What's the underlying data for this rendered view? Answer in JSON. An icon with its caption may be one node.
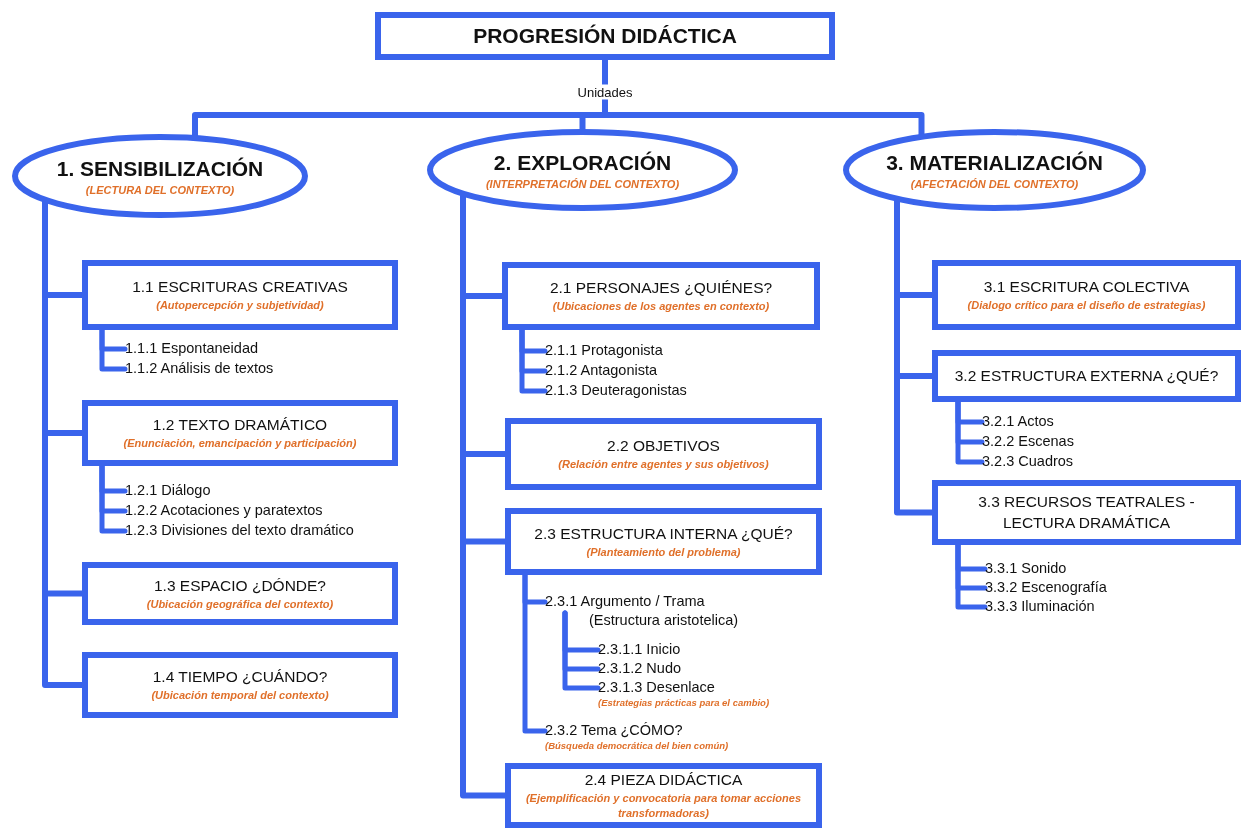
{
  "diagram": {
    "nodes": [
      {
        "text": [
          "PROGRESIÓN DIDÁCTICA"
        ]
      },
      {
        "text": [
          "1. SENSIBILIZACIÓN",
          "(LECTURA DEL CONTEXTO)"
        ]
      },
      {
        "text": [
          "2. EXPLORACIÓN",
          "(INTERPRETACIÓN DEL CONTEXTO)"
        ]
      },
      {
        "text": [
          "3. MATERIALIZACIÓN",
          "(AFECTACIÓN DEL CONTEXTO)"
        ]
      },
      {
        "text": [
          "1.1 ESCRITURAS CREATIVAS",
          "(Autopercepción y subjetividad)"
        ]
      },
      {
        "text": [
          "1.1.1 Espontaneidad"
        ]
      },
      {
        "text": [
          "1.1.2 Análisis de textos"
        ]
      },
      {
        "text": [
          "1.2 TEXTO DRAMÁTICO",
          "(Enunciación, emancipación y participación)"
        ]
      },
      {
        "text": [
          "1.2.1 Diálogo"
        ]
      },
      {
        "text": [
          "1.2.2 Acotaciones y paratextos"
        ]
      },
      {
        "text": [
          "1.2.3 Divisiones del texto dramático"
        ]
      },
      {
        "text": [
          "1.3 ESPACIO ¿DÓNDE?",
          "(Ubicación geográfica del contexto)"
        ]
      },
      {
        "text": [
          "1.4 TIEMPO ¿CUÁNDO?",
          "(Ubicación temporal del contexto)"
        ]
      },
      {
        "text": [
          "2.1 PERSONAJES ¿QUIÉNES?",
          "(Ubicaciones de los agentes en contexto)"
        ]
      },
      {
        "text": [
          "2.1.1 Protagonista"
        ]
      },
      {
        "text": [
          "2.1.2 Antagonista"
        ]
      },
      {
        "text": [
          "2.1.3 Deuteragonistas"
        ]
      },
      {
        "text": [
          "2.2 OBJETIVOS",
          "(Relación entre agentes y sus objetivos)"
        ]
      },
      {
        "text": [
          "2.3 ESTRUCTURA INTERNA ¿QUÉ?",
          "(Planteamiento del problema)"
        ]
      },
      {
        "text": [
          "2.3.1 Argumento / Trama",
          "(Estructura aristotelica)"
        ]
      },
      {
        "text": [
          "2.3.1.1 Inicio"
        ]
      },
      {
        "text": [
          "2.3.1.2 Nudo"
        ]
      },
      {
        "text": [
          "2.3.1.3 Desenlace",
          "(Estrategias prácticas para el cambio)"
        ]
      },
      {
        "text": [
          "2.3.2 Tema ¿CÓMO?",
          "(Búsqueda democrática del bien común)"
        ]
      },
      {
        "text": [
          "2.4 PIEZA DIDÁCTICA",
          "(Ejemplificación y convocatoria para tomar acciones transformadoras)"
        ]
      },
      {
        "text": [
          "3.1 ESCRITURA COLECTIVA",
          "(Dialogo crítico para el diseño de estrategias)"
        ]
      },
      {
        "text": [
          "3.2 ESTRUCTURA EXTERNA ¿QUÉ?"
        ]
      },
      {
        "text": [
          "3.2.1 Actos"
        ]
      },
      {
        "text": [
          "3.2.2 Escenas"
        ]
      },
      {
        "text": [
          "3.2.3 Cuadros"
        ]
      },
      {
        "text": [
          "3.3 RECURSOS TEATRALES - LECTURA DRAMÁTICA"
        ]
      },
      {
        "text": [
          "3.3.1 Sonido"
        ]
      },
      {
        "text": [
          "3.3.2 Escenografía"
        ]
      },
      {
        "text": [
          "3.3.3 Iluminación"
        ]
      }
    ],
    "edges": [
      {
        "from": 0,
        "to": 1,
        "arrow": "none"
      },
      {
        "from": 0,
        "to": 2,
        "arrow": "none",
        "label": "Unidades"
      },
      {
        "from": 0,
        "to": 3,
        "arrow": "none"
      },
      {
        "from": 1,
        "to": 4,
        "arrow": "none"
      },
      {
        "from": 1,
        "to": 7,
        "arrow": "none"
      },
      {
        "from": 1,
        "to": 11,
        "arrow": "none"
      },
      {
        "from": 1,
        "to": 12,
        "arrow": "none"
      },
      {
        "from": 4,
        "to": 5,
        "arrow": "none"
      },
      {
        "from": 4,
        "to": 6,
        "arrow": "none"
      },
      {
        "from": 7,
        "to": 8,
        "arrow": "none"
      },
      {
        "from": 7,
        "to": 9,
        "arrow": "none"
      },
      {
        "from": 7,
        "to": 10,
        "arrow": "none"
      },
      {
        "from": 2,
        "to": 13,
        "arrow": "none"
      },
      {
        "from": 2,
        "to": 17,
        "arrow": "none"
      },
      {
        "from": 2,
        "to": 18,
        "arrow": "none"
      },
      {
        "from": 2,
        "to": 24,
        "arrow": "none"
      },
      {
        "from": 13,
        "to": 14,
        "arrow": "none"
      },
      {
        "from": 13,
        "to": 15,
        "arrow": "none"
      },
      {
        "from": 13,
        "to": 16,
        "arrow": "none"
      },
      {
        "from": 18,
        "to": 19,
        "arrow": "none"
      },
      {
        "from": 18,
        "to": 23,
        "arrow": "none"
      },
      {
        "from": 19,
        "to": 20,
        "arrow": "none"
      },
      {
        "from": 19,
        "to": 21,
        "arrow": "none"
      },
      {
        "from": 19,
        "to": 22,
        "arrow": "none"
      },
      {
        "from": 3,
        "to": 25,
        "arrow": "none"
      },
      {
        "from": 3,
        "to": 26,
        "arrow": "none"
      },
      {
        "from": 3,
        "to": 30,
        "arrow": "none"
      },
      {
        "from": 26,
        "to": 27,
        "arrow": "none"
      },
      {
        "from": 26,
        "to": 28,
        "arrow": "none"
      },
      {
        "from": 26,
        "to": 29,
        "arrow": "none"
      },
      {
        "from": 30,
        "to": 31,
        "arrow": "none"
      },
      {
        "from": 30,
        "to": 32,
        "arrow": "none"
      },
      {
        "from": 30,
        "to": 33,
        "arrow": "none"
      }
    ]
  }
}
